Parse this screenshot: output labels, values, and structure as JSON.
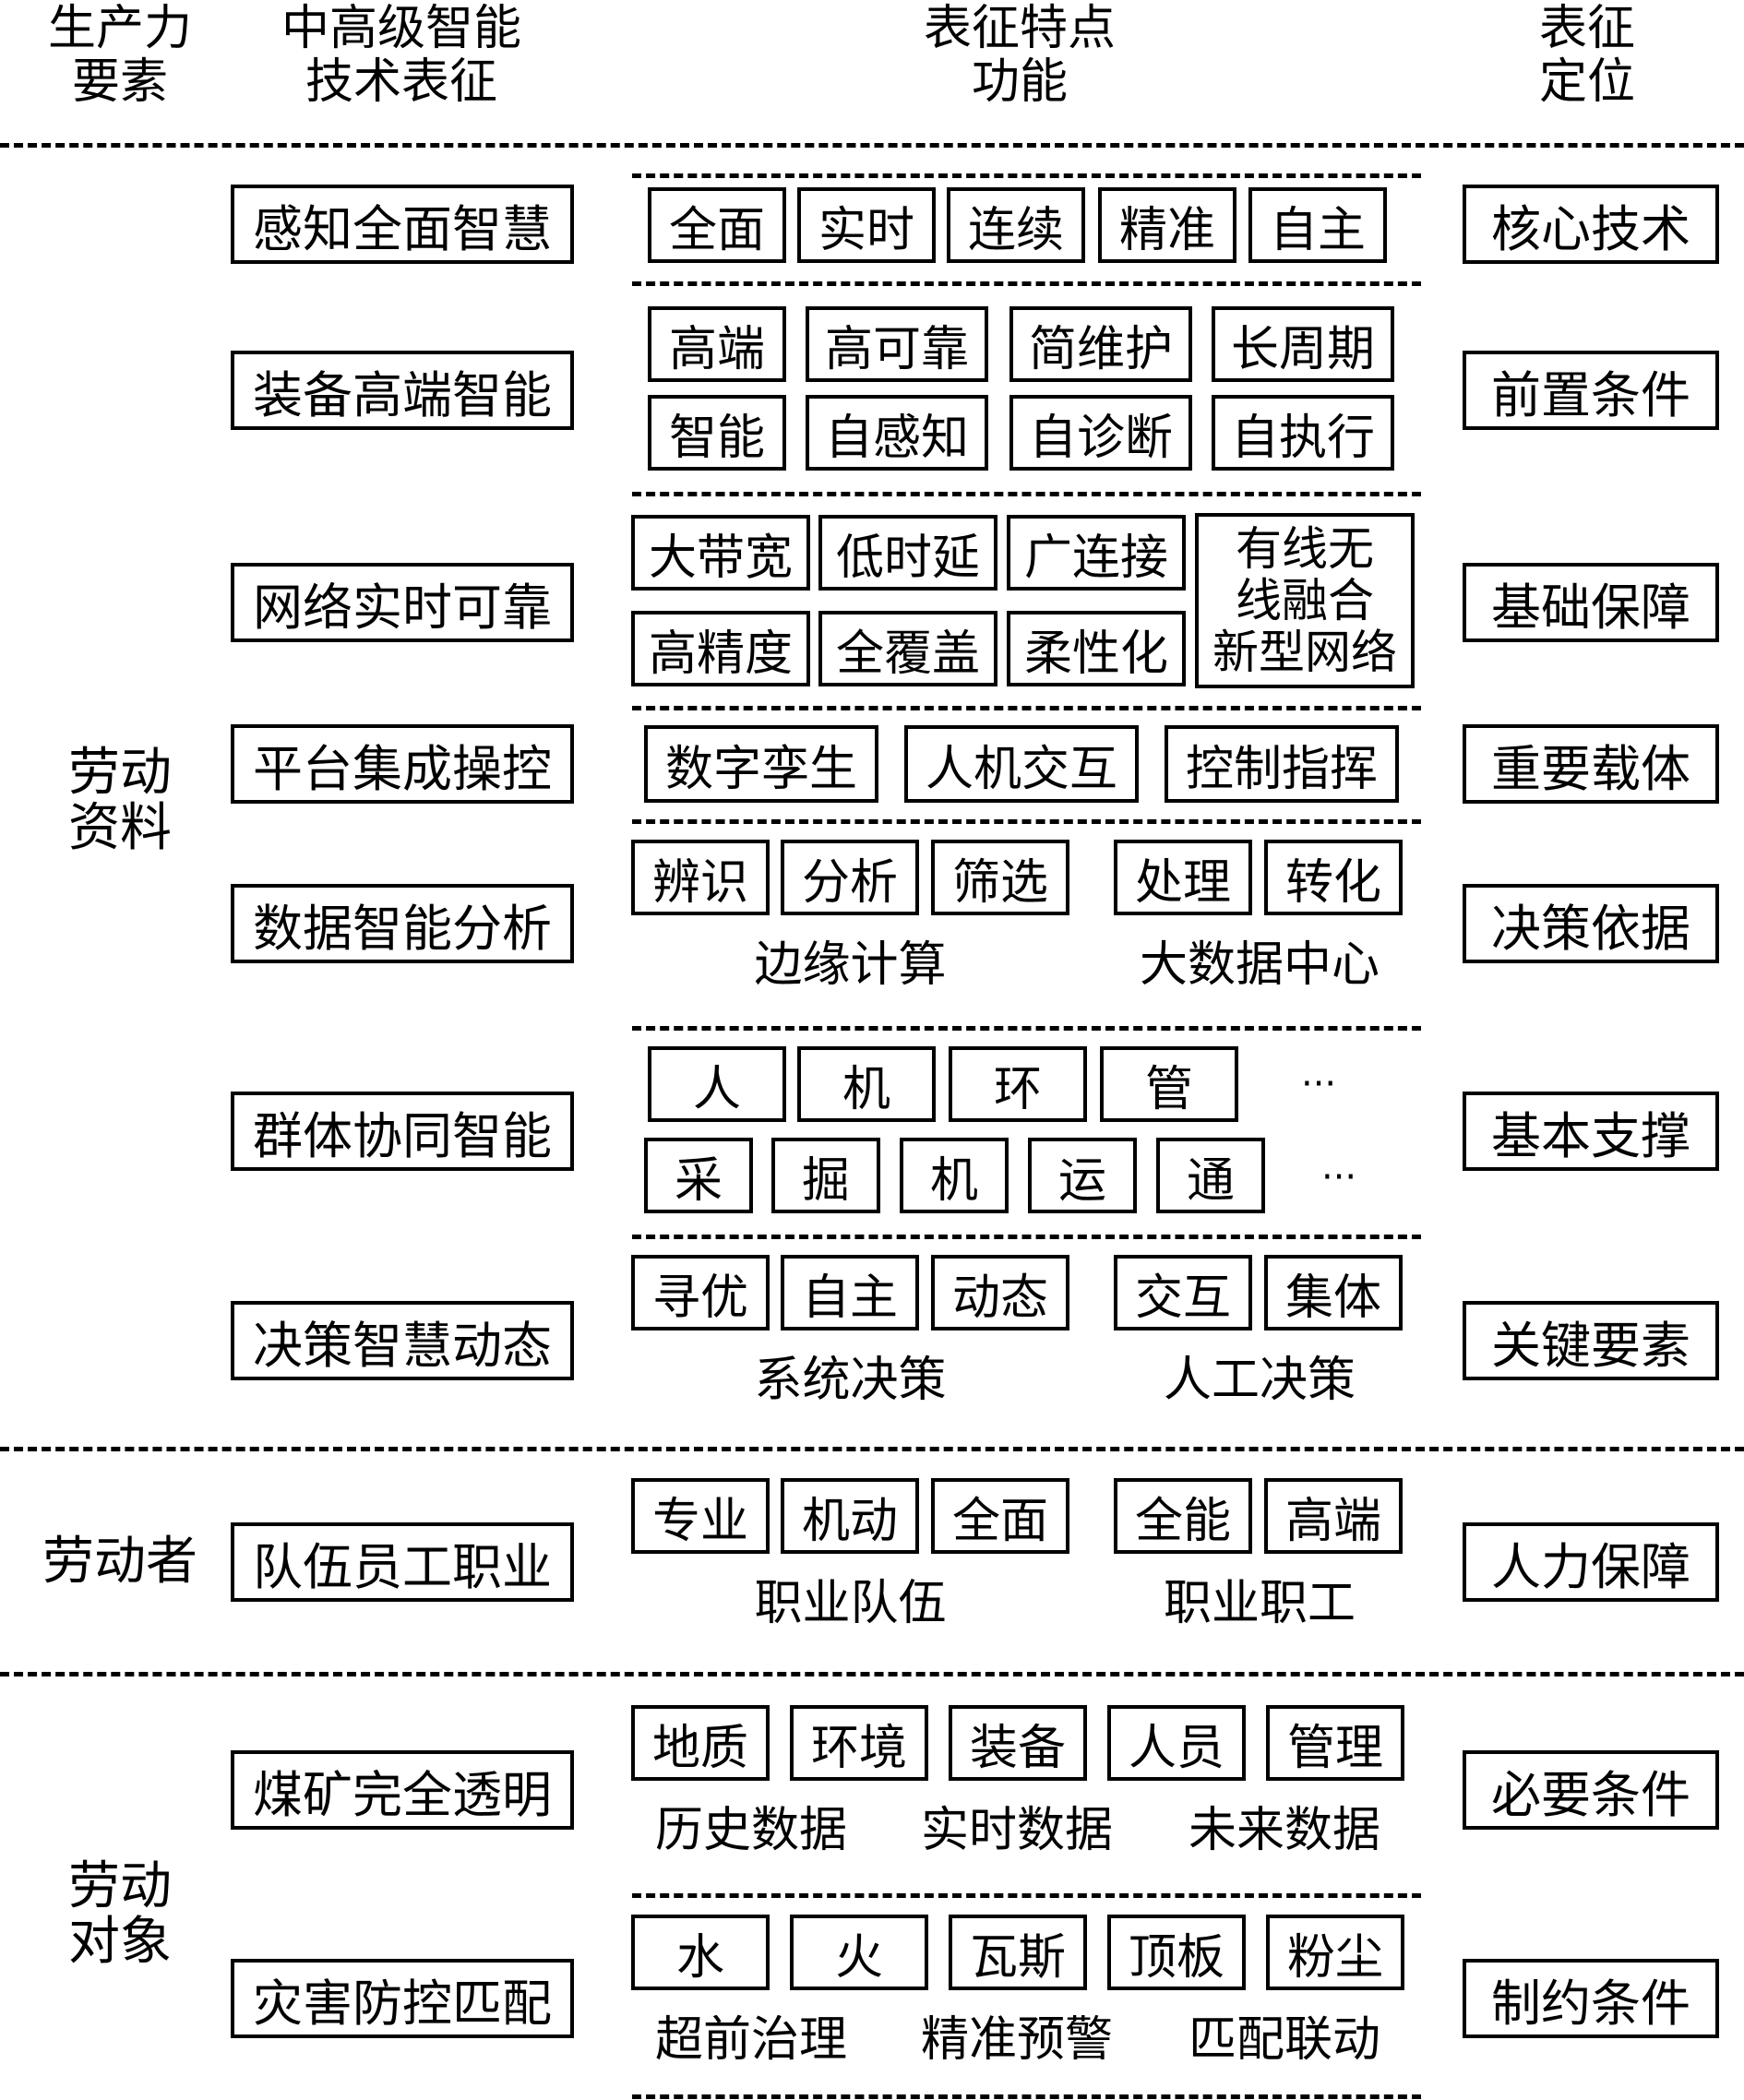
{
  "header": {
    "col1": [
      "生产力",
      "要素"
    ],
    "col2": [
      "中高级智能",
      "技术表征"
    ],
    "col3": [
      "表征特点",
      "功能"
    ],
    "col4": [
      "表征",
      "定位"
    ]
  },
  "categories": {
    "labor_materials": [
      "劳动",
      "资料"
    ],
    "laborer": "劳动者",
    "labor_object": [
      "劳动",
      "对象"
    ]
  },
  "rows": [
    {
      "tech": "感知全面智慧",
      "position": "核心技术",
      "features": [
        "全面",
        "实时",
        "连续",
        "精准",
        "自主"
      ]
    },
    {
      "tech": "装备高端智能",
      "position": "前置条件",
      "features_top": [
        "高端",
        "高可靠",
        "简维护",
        "长周期"
      ],
      "features_bottom": [
        "智能",
        "自感知",
        "自诊断",
        "自执行"
      ]
    },
    {
      "tech": "网络实时可靠",
      "position": "基础保障",
      "features_top": [
        "大带宽",
        "低时延",
        "广连接"
      ],
      "features_bottom": [
        "高精度",
        "全覆盖",
        "柔性化"
      ],
      "features_side": [
        "有线无",
        "线融合",
        "新型网络"
      ]
    },
    {
      "tech": "平台集成操控",
      "position": "重要载体",
      "features": [
        "数字孪生",
        "人机交互",
        "控制指挥"
      ]
    },
    {
      "tech": "数据智能分析",
      "position": "决策依据",
      "group_left": [
        "辨识",
        "分析",
        "筛选"
      ],
      "group_left_label": "边缘计算",
      "group_right": [
        "处理",
        "转化"
      ],
      "group_right_label": "大数据中心"
    },
    {
      "tech": "群体协同智能",
      "position": "基本支撑",
      "features_top": [
        "人",
        "机",
        "环",
        "管"
      ],
      "ellipsis_top": "···",
      "features_bottom": [
        "采",
        "掘",
        "机",
        "运",
        "通"
      ],
      "ellipsis_bottom": "···"
    },
    {
      "tech": "决策智慧动态",
      "position": "关键要素",
      "group_left": [
        "寻优",
        "自主",
        "动态"
      ],
      "group_left_label": "系统决策",
      "group_right": [
        "交互",
        "集体"
      ],
      "group_right_label": "人工决策"
    },
    {
      "tech": "队伍员工职业",
      "position": "人力保障",
      "group_left": [
        "专业",
        "机动",
        "全面"
      ],
      "group_left_label": "职业队伍",
      "group_right": [
        "全能",
        "高端"
      ],
      "group_right_label": "职业职工"
    },
    {
      "tech": "煤矿完全透明",
      "position": "必要条件",
      "features": [
        "地质",
        "环境",
        "装备",
        "人员",
        "管理"
      ],
      "labels": [
        "历史数据",
        "实时数据",
        "未来数据"
      ]
    },
    {
      "tech": "灾害防控匹配",
      "position": "制约条件",
      "features": [
        "水",
        "火",
        "瓦斯",
        "顶板",
        "粉尘"
      ],
      "labels": [
        "超前治理",
        "精准预警",
        "匹配联动"
      ]
    }
  ]
}
